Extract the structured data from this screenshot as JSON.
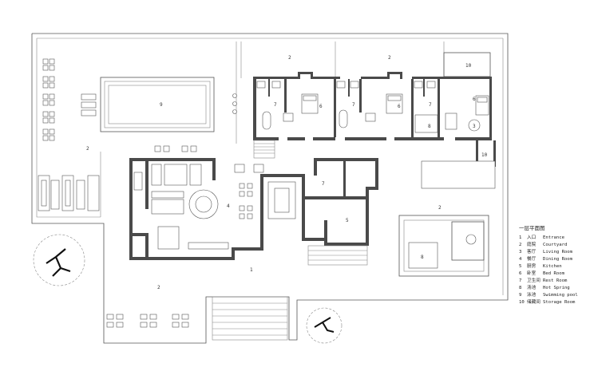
{
  "legend": {
    "title": "一层平面图",
    "items": [
      {
        "num": "1",
        "zh": "入口",
        "en": "Entrance"
      },
      {
        "num": "2",
        "zh": "庭院",
        "en": "Courtyard"
      },
      {
        "num": "3",
        "zh": "客厅",
        "en": "Living Room"
      },
      {
        "num": "4",
        "zh": "餐厅",
        "en": "Dining Room"
      },
      {
        "num": "5",
        "zh": "厨房",
        "en": "Kitchen"
      },
      {
        "num": "6",
        "zh": "卧室",
        "en": "Bed Room"
      },
      {
        "num": "7",
        "zh": "卫生间",
        "en": "Rest Room"
      },
      {
        "num": "8",
        "zh": "汤池",
        "en": "Hot Spring"
      },
      {
        "num": "9",
        "zh": "泳池",
        "en": "Swimming pool"
      },
      {
        "num": "10",
        "zh": "储藏间",
        "en": "Storage Room"
      }
    ]
  },
  "labels": {
    "pool": "9",
    "courtyard_left": "2",
    "courtyard_top_a": "2",
    "courtyard_top_b": "2",
    "courtyard_right": "2",
    "courtyard_bottom": "2",
    "storage_top": "10",
    "storage_right": "10",
    "bath_a": "7",
    "bath_b": "7",
    "bath_c": "7",
    "bath_d": "7",
    "bed_a": "6",
    "bed_b": "6",
    "bed_c": "6",
    "living": "3",
    "hot_spring_a": "8",
    "hot_spring_b": "8",
    "dining": "4",
    "kitchen": "5",
    "entrance": "1"
  }
}
